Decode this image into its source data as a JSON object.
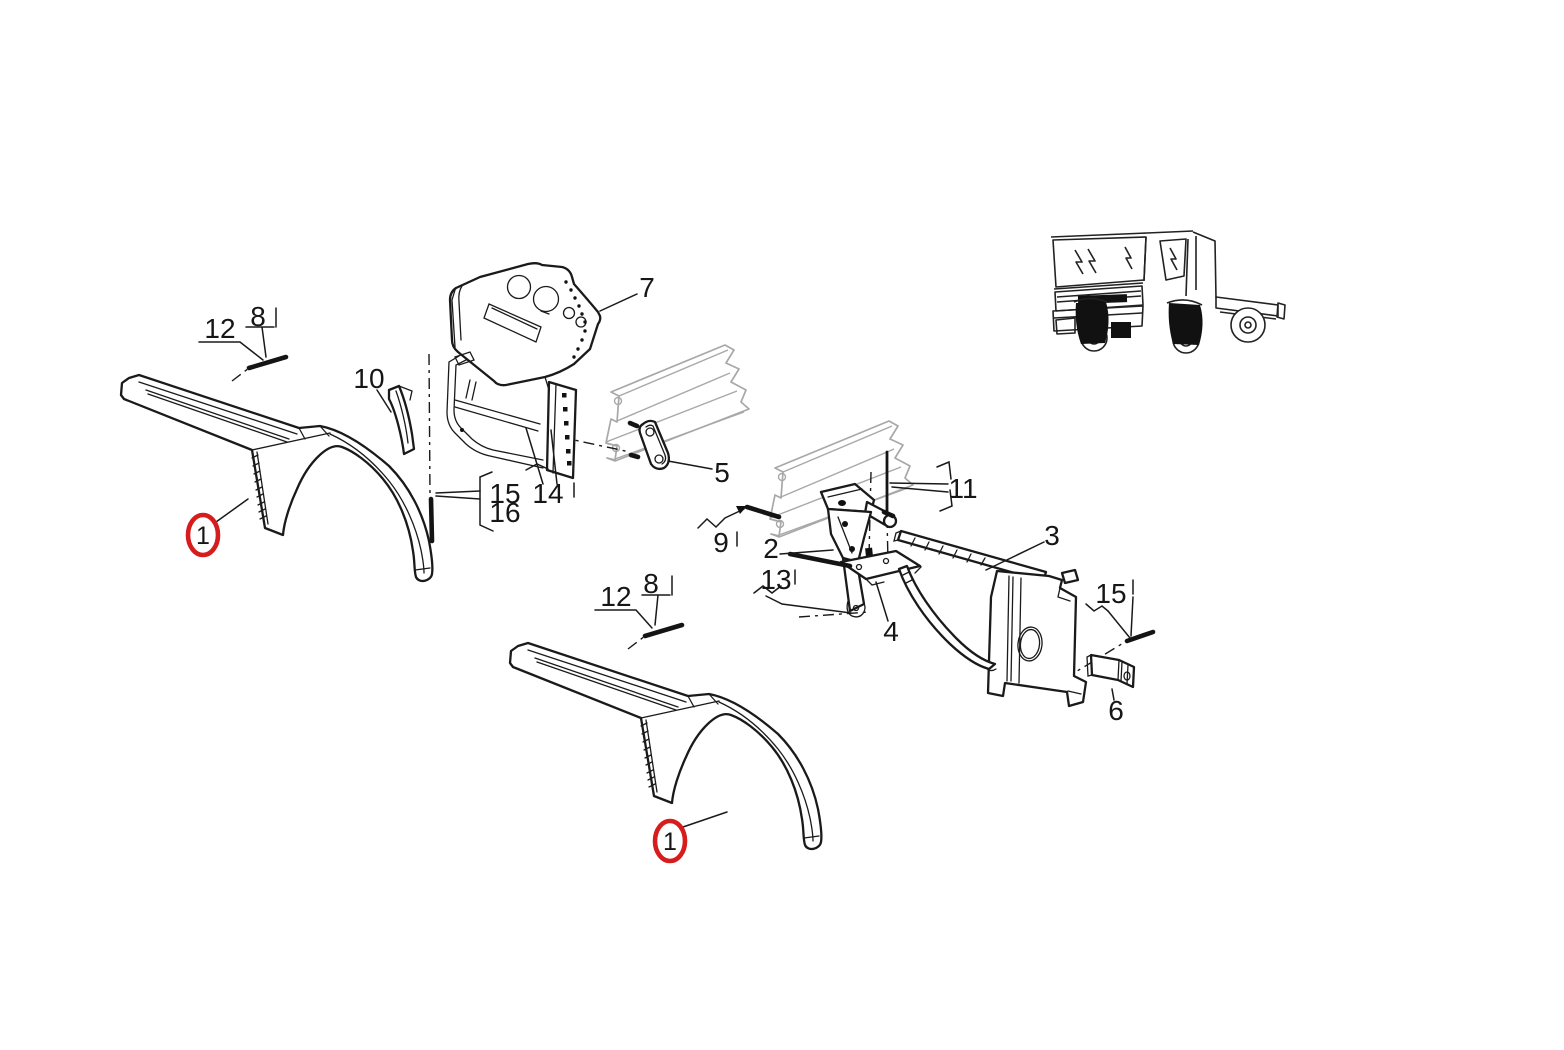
{
  "figure": {
    "type": "exploded-parts-diagram",
    "background": "#ffffff",
    "line_color": "#1a1a1a",
    "ghost_color": "#a8a8a8",
    "highlight_color": "#d61c1c"
  },
  "callouts": {
    "n1_upper": "1",
    "n1_lower": "1",
    "n2": "2",
    "n3": "3",
    "n4": "4",
    "n5": "5",
    "n6": "6",
    "n7": "7",
    "n8_upper": "8",
    "n8_lower": "8",
    "n9": "9",
    "n10": "10",
    "n11": "11",
    "n12_upper": "12",
    "n12_lower": "12",
    "n13": "13",
    "n14": "14",
    "n15_left": "15",
    "n15_right": "15",
    "n16": "16"
  }
}
